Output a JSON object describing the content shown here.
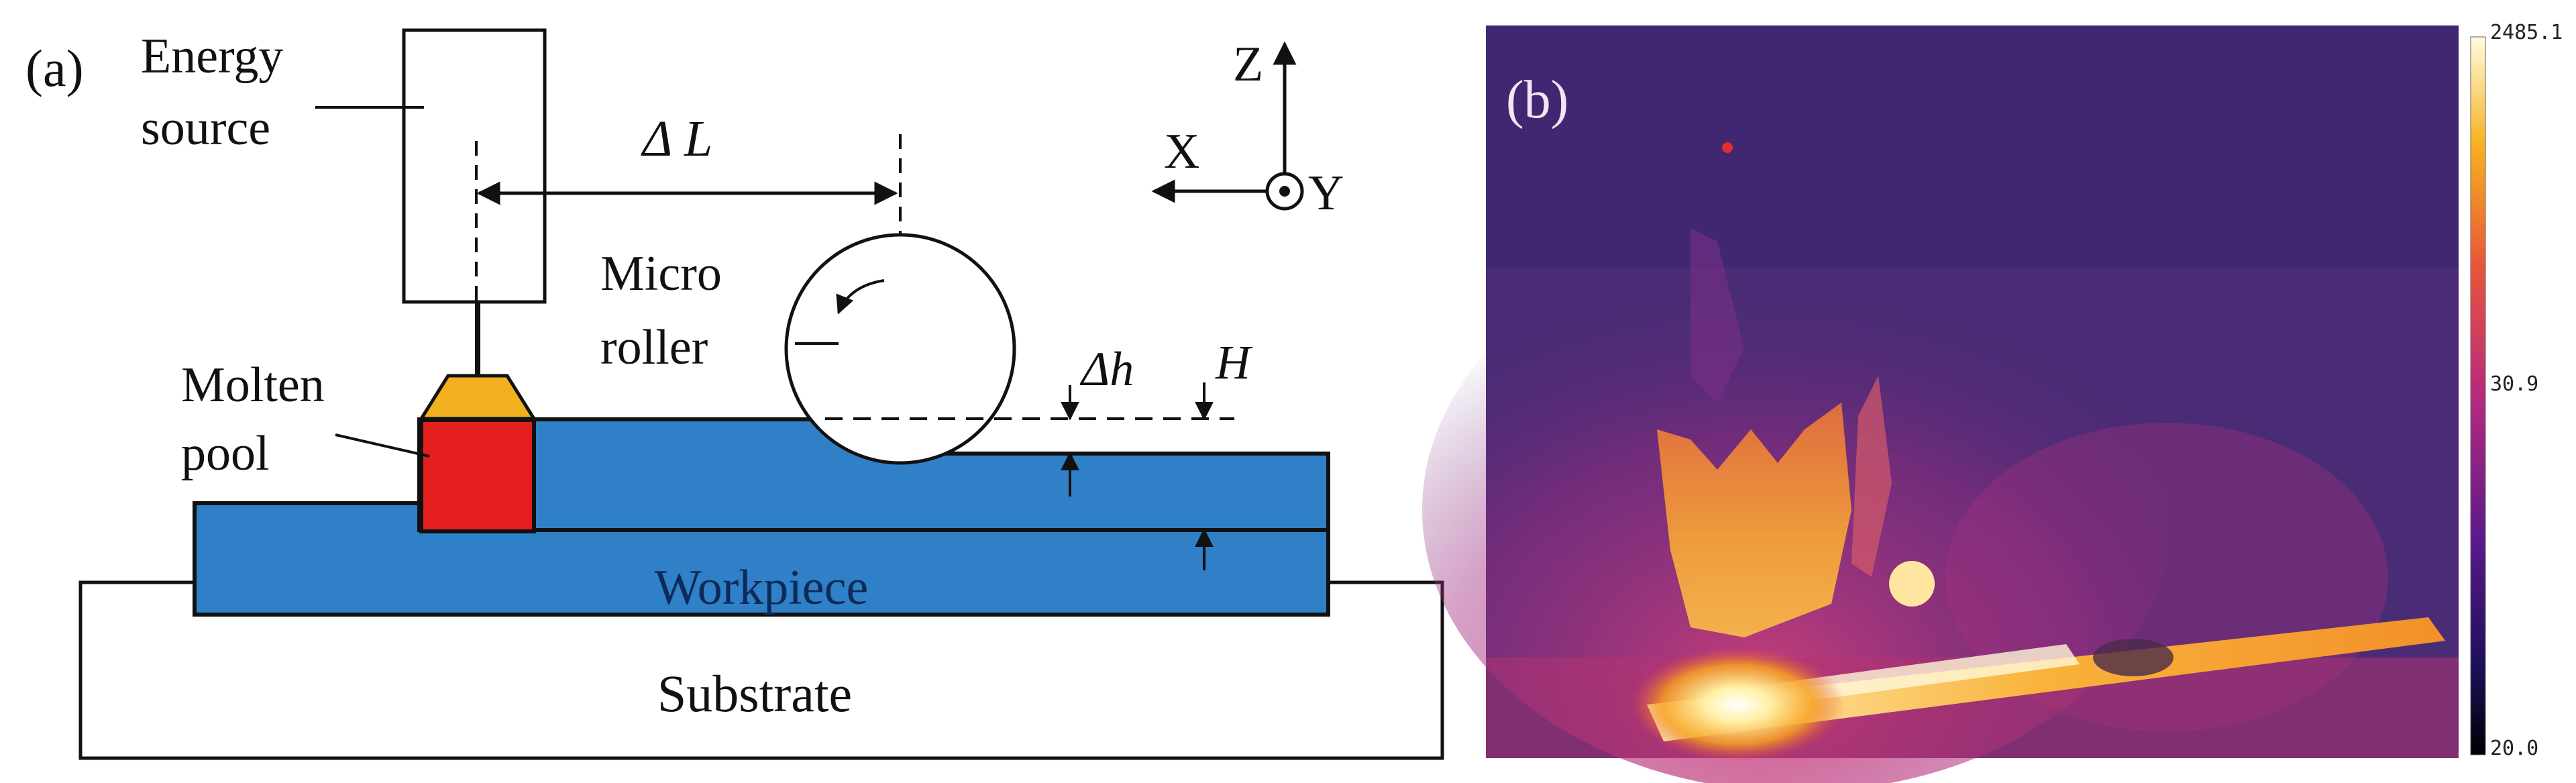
{
  "panel_a": {
    "label": "(a)",
    "energy_source_line1": "Energy",
    "energy_source_line2": "source",
    "delta_l": "Δ L",
    "axis_z": "Z",
    "axis_x": "X",
    "axis_y": "Y",
    "micro_line1": "Micro",
    "micro_line2": "roller",
    "molten_line1": "Molten",
    "molten_line2": "pool",
    "delta_h": "Δh",
    "h": "H",
    "workpiece": "Workpiece",
    "substrate": "Substrate",
    "colors": {
      "workpiece": "#2f80c6",
      "molten_pool": "#e51f1f",
      "melt_cap": "#f2b01e",
      "outline": "#111111"
    }
  },
  "panel_b": {
    "label": "(b)",
    "colorbar_max": "2485.1",
    "colorbar_mid": "30.9",
    "colorbar_min": "20.0",
    "colors": {
      "background": "#4a2b75",
      "hot": "#fff6c8",
      "warm": "#f08a1e",
      "mid": "#c43a7a"
    }
  }
}
